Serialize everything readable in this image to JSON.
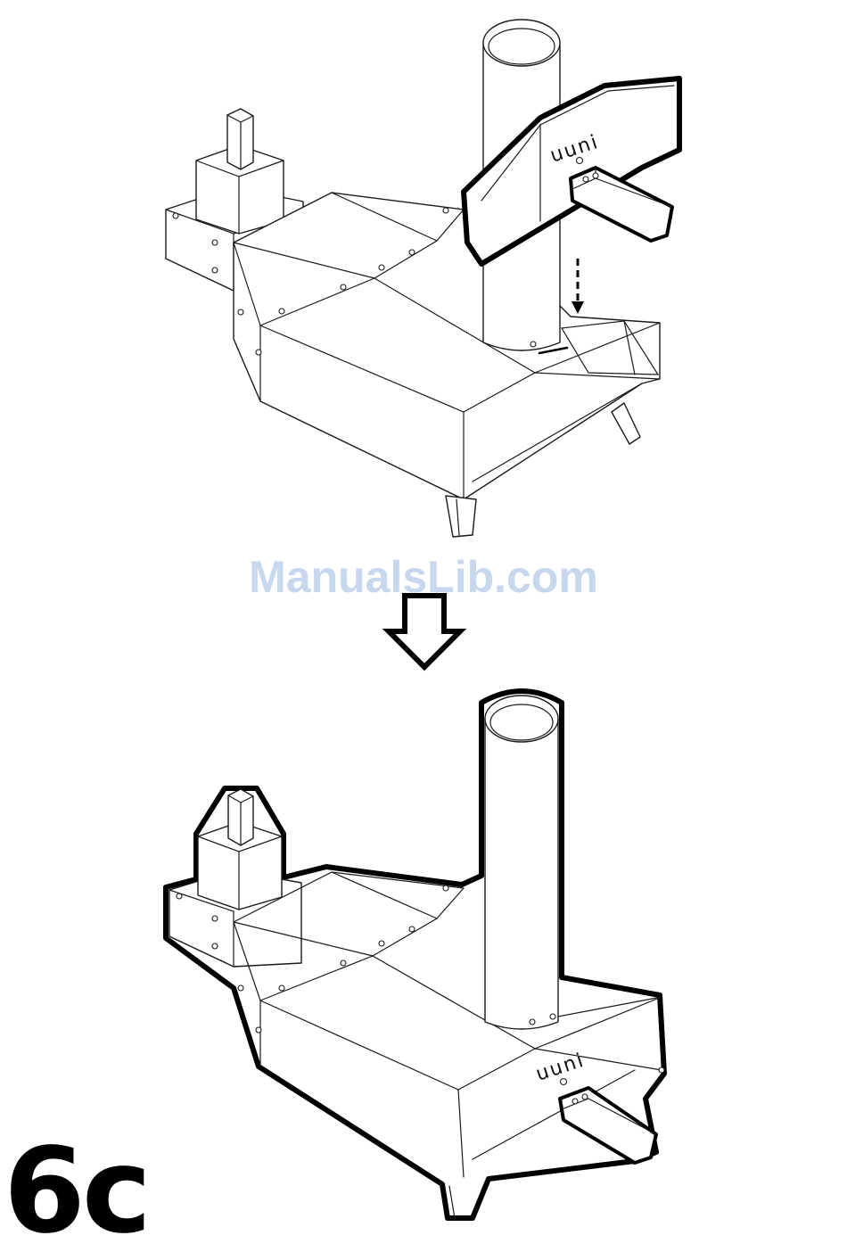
{
  "step_label": "6c",
  "brand_mark": "uuni",
  "watermark": "ManualsLib.com",
  "colors": {
    "line": "#000000",
    "watermark": "#c6d7ee"
  },
  "icons": [
    "dashed-down-arrow-icon",
    "hollow-down-arrow-icon"
  ]
}
